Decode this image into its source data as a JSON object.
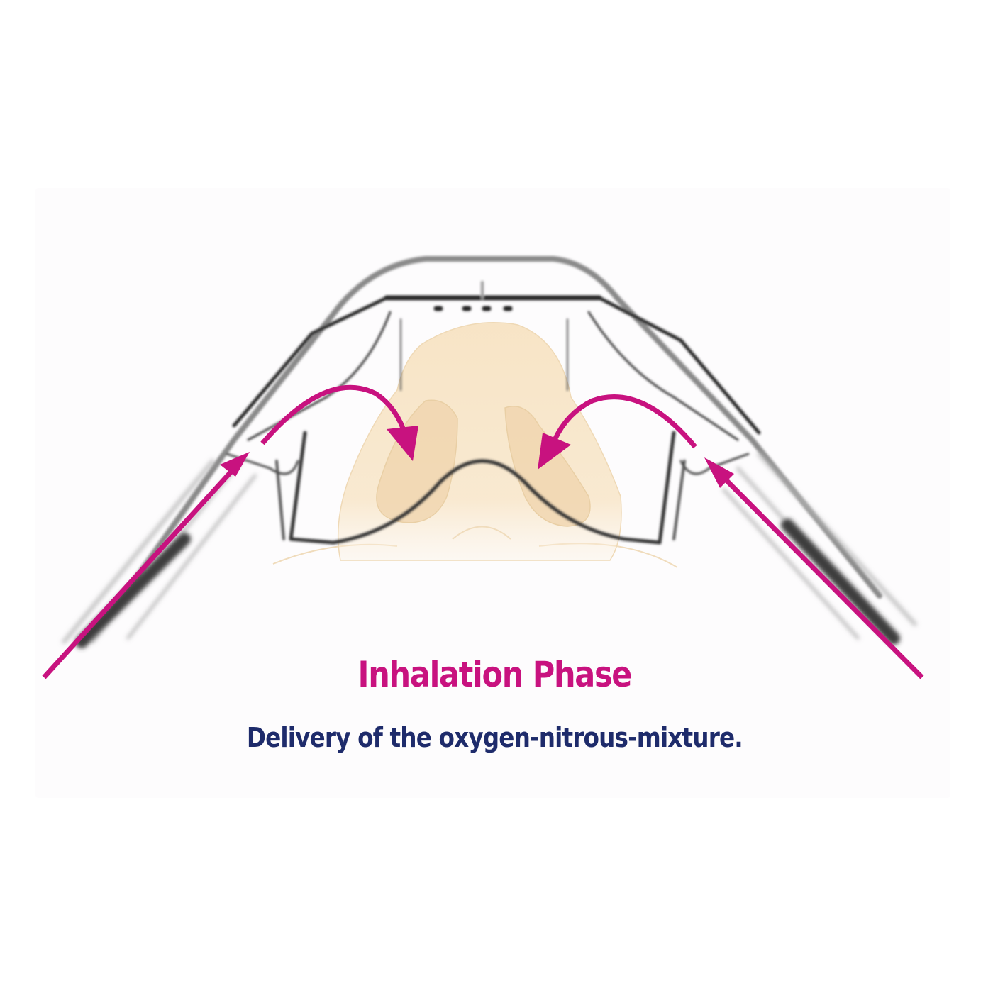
{
  "diagram": {
    "title": "Inhalation Phase",
    "subtitle": "Delivery of the oxygen-nitrous-mixture.",
    "components": {
      "device": "nasal-mask-device",
      "anatomy": "nose-underside",
      "flow_arrows": [
        "left-inflow-arrow",
        "right-inflow-arrow",
        "left-nostril-curve-arrow",
        "right-nostril-curve-arrow"
      ]
    },
    "colors": {
      "title": "#c8127f",
      "subtitle": "#1e2b6b",
      "arrow": "#c8127f",
      "nose_fill": "#f7e3c3",
      "nostril_fill": "#f0d5ae",
      "device_stroke": "#3a3a3a",
      "panel_bg": "#fdfcfd"
    }
  }
}
